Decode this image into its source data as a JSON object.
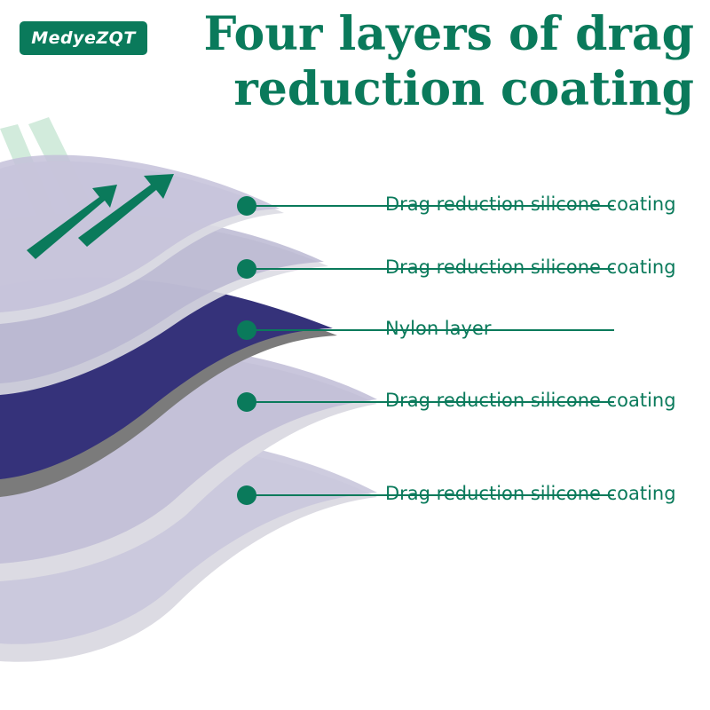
{
  "brand": {
    "logo_text": "MedyeZQT"
  },
  "title": {
    "line1": "Four layers of drag",
    "line2": "reduction coating"
  },
  "layers": [
    {
      "label": "Drag reduction silicone coating"
    },
    {
      "label": "Drag reduction silicone coating"
    },
    {
      "label": "Nylon layer"
    },
    {
      "label": "Drag reduction silicone coating"
    },
    {
      "label": "Drag reduction silicone coating"
    }
  ],
  "colors": {
    "accent": "#0a7a5b",
    "coating_fill": "#c4c1d9",
    "coating_edge": "#dcdbe3",
    "nylon_fill": "#35327a",
    "nylon_edge": "#7b7b7b",
    "incoming_stripe": "#d2ebdc",
    "arrow": "#0a7a5b"
  },
  "icons": {
    "flow_arrows": "double-arrow-up-right-icon",
    "callout_marker": "dot-icon"
  }
}
